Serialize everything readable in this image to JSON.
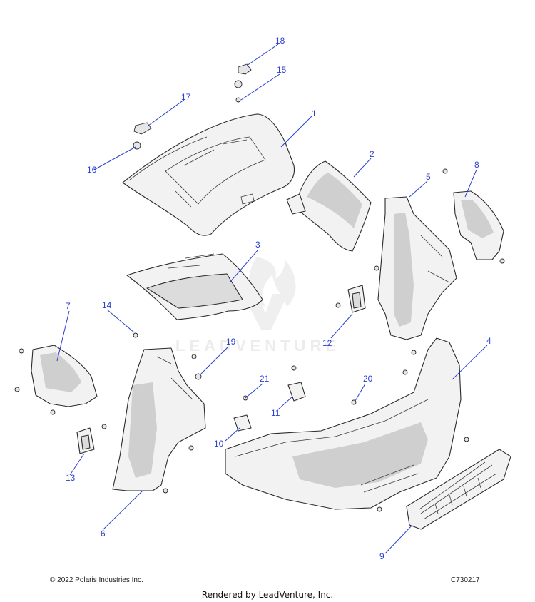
{
  "watermark": {
    "text": "LEADVENTURE"
  },
  "callouts": [
    {
      "id": "c1",
      "label": "1"
    },
    {
      "id": "c2",
      "label": "2"
    },
    {
      "id": "c3",
      "label": "3"
    },
    {
      "id": "c4",
      "label": "4"
    },
    {
      "id": "c5",
      "label": "5"
    },
    {
      "id": "c6",
      "label": "6"
    },
    {
      "id": "c7",
      "label": "7"
    },
    {
      "id": "c8",
      "label": "8"
    },
    {
      "id": "c9",
      "label": "9"
    },
    {
      "id": "c10",
      "label": "10"
    },
    {
      "id": "c11",
      "label": "11"
    },
    {
      "id": "c12",
      "label": "12"
    },
    {
      "id": "c13",
      "label": "13"
    },
    {
      "id": "c14",
      "label": "14"
    },
    {
      "id": "c15",
      "label": "15"
    },
    {
      "id": "c16",
      "label": "16"
    },
    {
      "id": "c17",
      "label": "17"
    },
    {
      "id": "c18",
      "label": "18"
    },
    {
      "id": "c19",
      "label": "19"
    },
    {
      "id": "c20",
      "label": "20"
    },
    {
      "id": "c21",
      "label": "21"
    }
  ],
  "footer": {
    "copyright": "© 2022 Polaris Industries Inc.",
    "diagram_code": "C730217",
    "rendered_by": "Rendered by LeadVenture, Inc."
  },
  "colors": {
    "callout": "#2a3fd1",
    "line": "#2a2a2a"
  }
}
